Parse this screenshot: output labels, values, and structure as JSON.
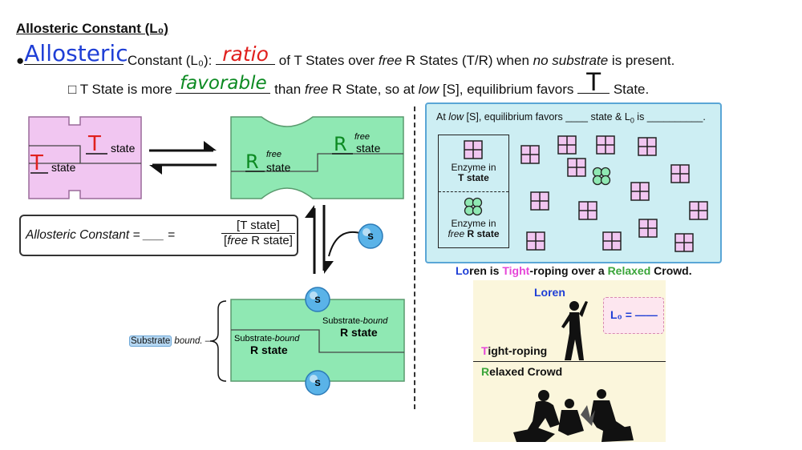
{
  "title": "Allosteric Constant (L₀)",
  "line1": {
    "bullet": "●",
    "ink_allosteric": "Allosteric",
    "text_a": " Constant (L₀): ",
    "ink_ratio": "ratio",
    "text_b": " of T States over ",
    "text_free": "free",
    "text_c": " R States (T/R) when ",
    "text_nosub": "no substrate",
    "text_d": " is present."
  },
  "line2": {
    "box": "□",
    "text_a": " T State is more ",
    "ink_favorable": "favorable",
    "text_b": " than ",
    "text_free": "free",
    "text_c": " R State, so at ",
    "text_low": "low",
    "text_d": " [S], equilibrium favors ",
    "ink_T": "T",
    "text_e": " State."
  },
  "t_state": {
    "ink_upper": "T",
    "label_upper": "state",
    "ink_lower": "T",
    "label_lower": "state"
  },
  "free_r": {
    "ink_left": "R",
    "free_left": "free",
    "state_left": "state",
    "ink_right": "R",
    "free_right": "free",
    "state_right": "state"
  },
  "formula": {
    "label": "Allosteric Constant = ___ =",
    "numerator": "[T state]",
    "den_free": "free",
    "den_rest": " R state]",
    "den_open": "["
  },
  "substrate": {
    "symbol": "S"
  },
  "bound": {
    "left_line1": "Substrate-",
    "left_italic": "bound",
    "left_line2": "R state",
    "right_line1": "Substrate-",
    "right_italic": "bound",
    "right_line2": "R state"
  },
  "substrate_bound_label": {
    "highlight": "Substrate",
    "rest": " bound."
  },
  "panel": {
    "title_a": "At ",
    "title_low": "low",
    "title_b": " [S], equilibrium favors ____ state & L",
    "title_sub": "0",
    "title_c": " is __________.",
    "legend_t1": "Enzyme in",
    "legend_t2": "T state",
    "legend_r1": "Enzyme in",
    "legend_r_free": "free",
    "legend_r2": " R state"
  },
  "caption": {
    "lo": "Lo",
    "ren_is": "ren is ",
    "tight": "Tight",
    "roping": "-roping over a ",
    "relaxed": "Relaxed",
    "crowd": " Crowd."
  },
  "scene": {
    "loren": "Loren",
    "l0_label": "L₀ = ——",
    "tight_t": "T",
    "tight_rest": "ight-roping",
    "relaxed_r": "R",
    "relaxed_rest": "elaxed Crowd"
  },
  "colors": {
    "t_state_fill": "#f1c6f1",
    "r_state_fill": "#8fe8b3",
    "panel_fill": "#cdeef3",
    "ink_blue": "#1f3fd6",
    "ink_red": "#e0201e",
    "ink_green": "#0c8a22",
    "magenta": "#e646d8",
    "green_text": "#3aa53a"
  }
}
